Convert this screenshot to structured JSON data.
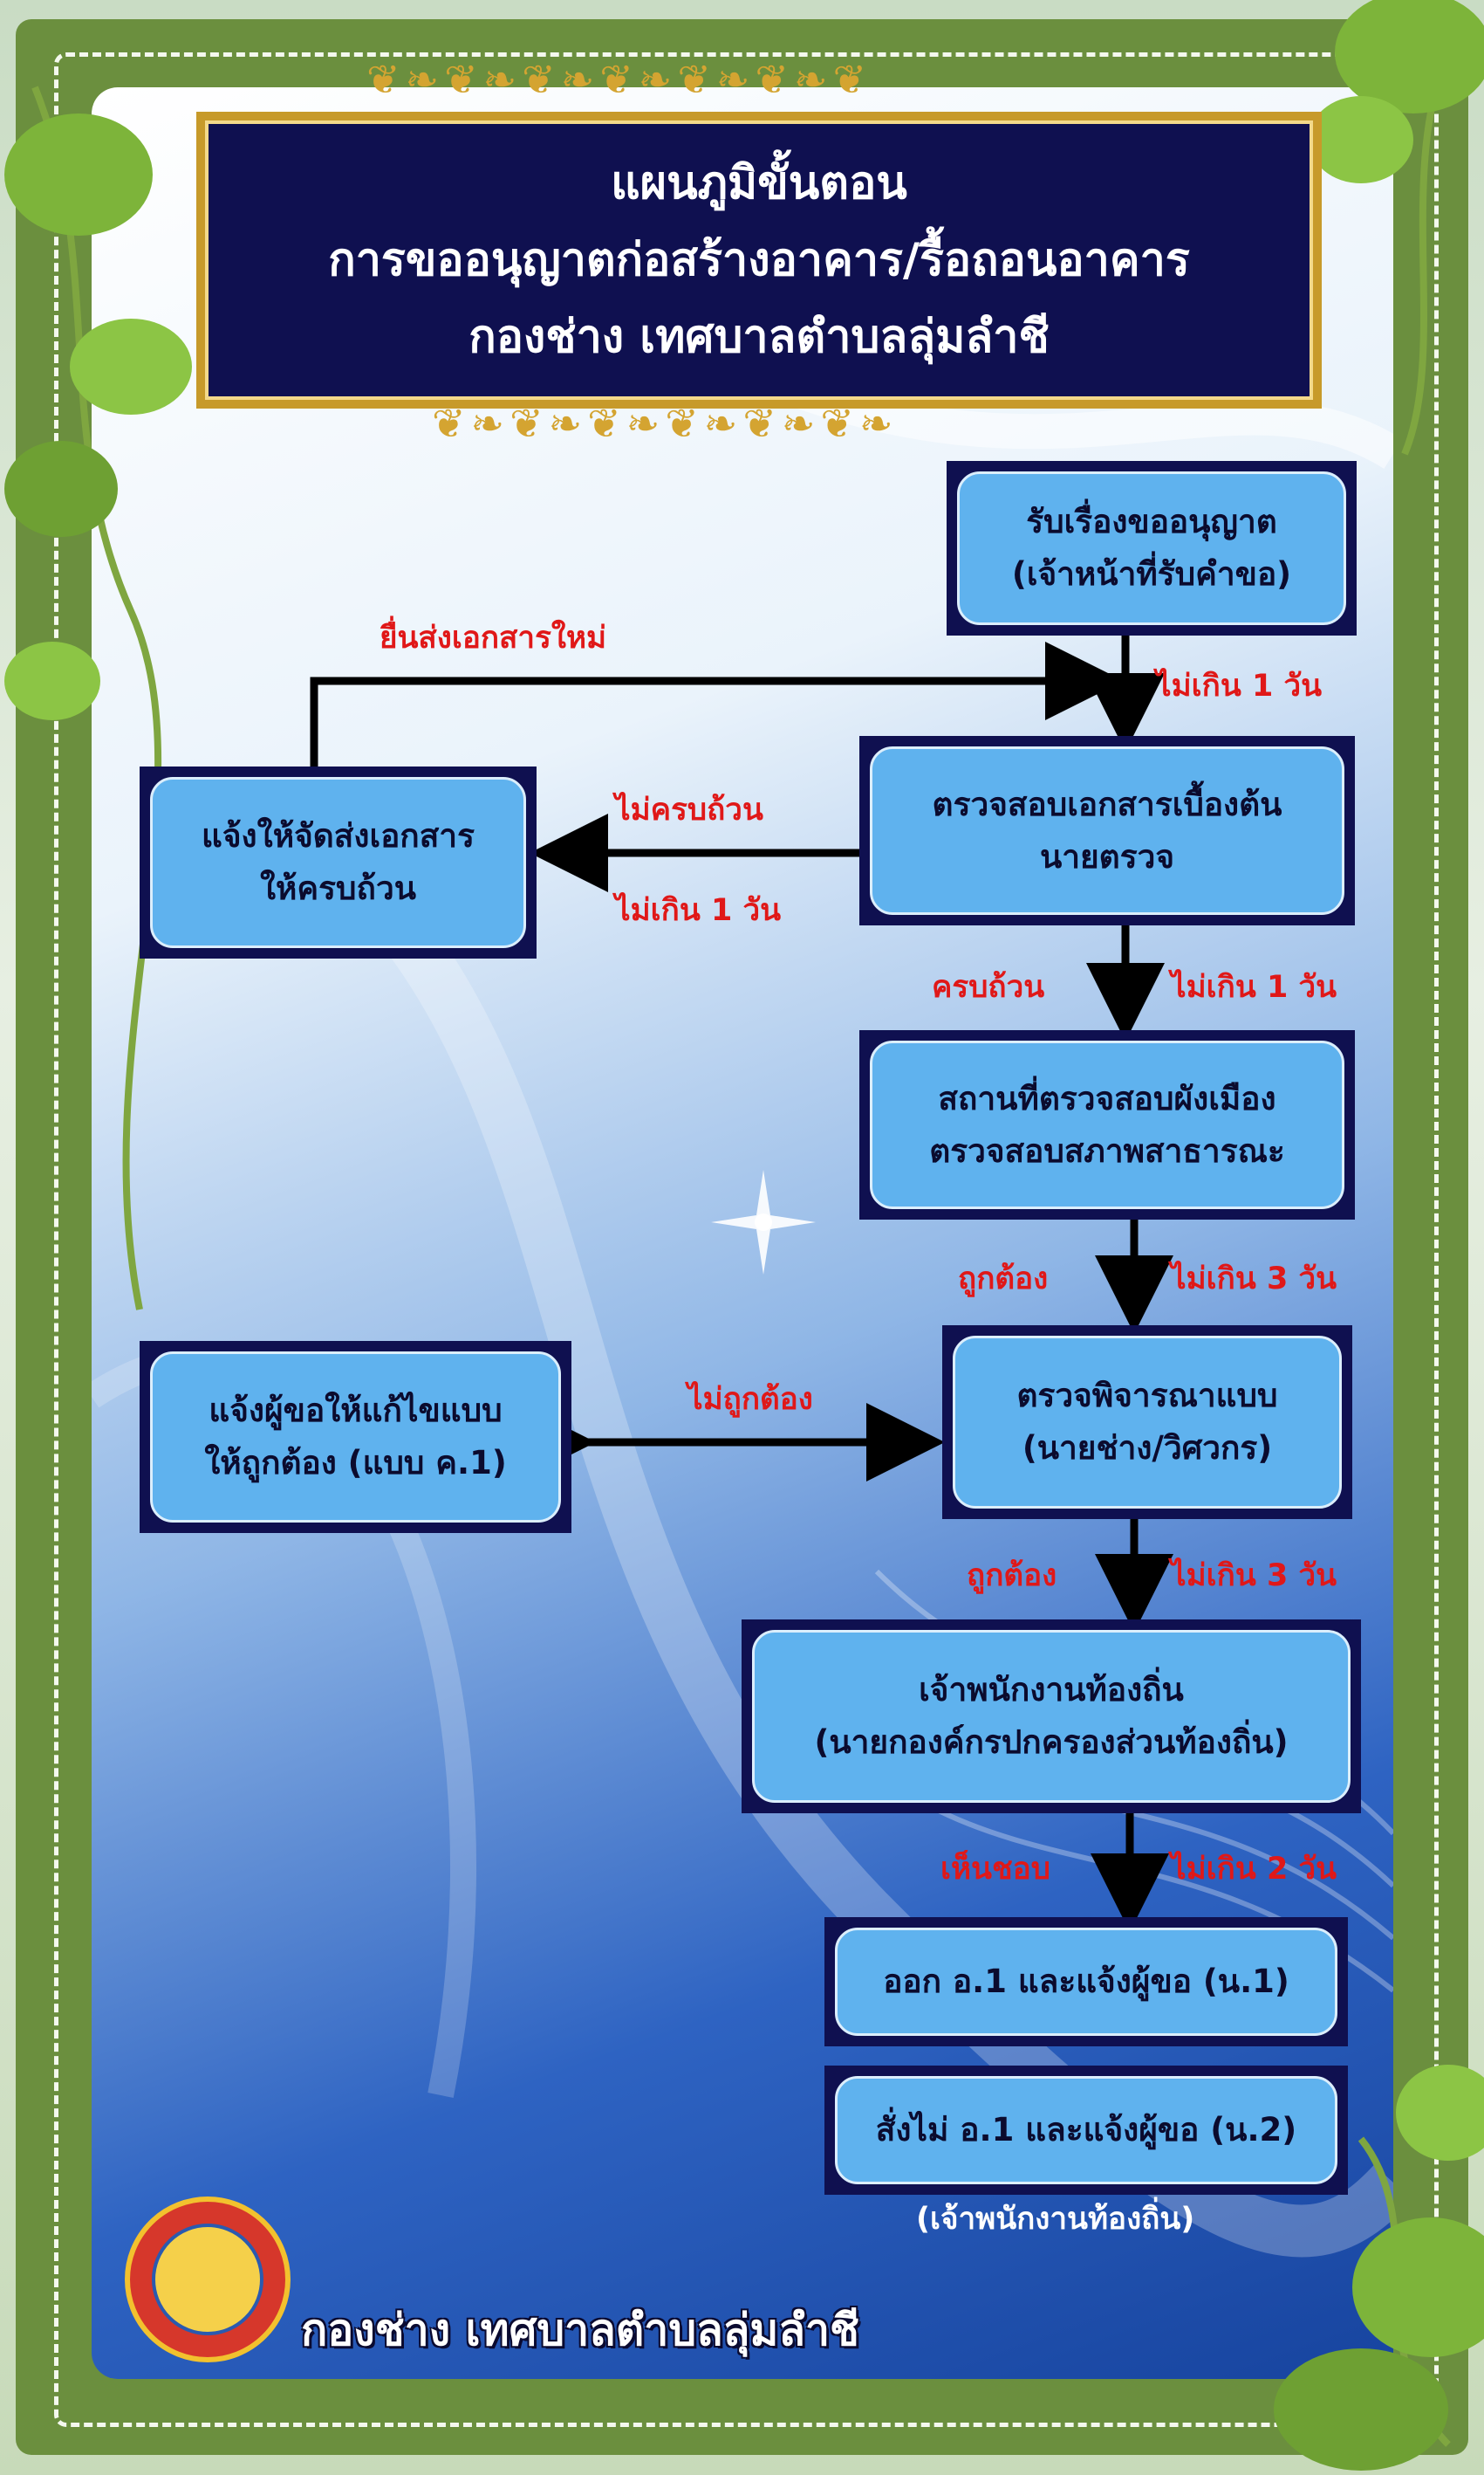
{
  "title": {
    "line1": "แผนภูมิขั้นตอน",
    "line2": "การขออนุญาตก่อสร้างอาคาร/รื้อถอนอาคาร",
    "line3": "กองช่าง เทศบาลตำบลลุ่มลำชี"
  },
  "nodes": {
    "receive": [
      "รับเรื่องขออนุญาต",
      "(เจ้าหน้าที่รับคำขอ)"
    ],
    "notify_docs": [
      "แจ้งให้จัดส่งเอกสาร",
      "ให้ครบถ้วน"
    ],
    "check_docs": [
      "ตรวจสอบเอกสารเบื้องต้น",
      "นายตรวจ"
    ],
    "site_check": [
      "สถานที่ตรวจสอบผังเมือง",
      "ตรวจสอบสภาพสาธารณะ"
    ],
    "notify_fix": [
      "แจ้งผู้ขอให้แก้ไขแบบ",
      "ให้ถูกต้อง (แบบ ค.1)"
    ],
    "review": [
      "ตรวจพิจารณาแบบ",
      "(นายช่าง/วิศวกร)"
    ],
    "officer": [
      "เจ้าพนักงานท้องถิ่น",
      "(นายกองค์กรปกครองส่วนท้องถิ่น)"
    ],
    "issue": [
      "ออก อ.1 และแจ้งผู้ขอ (น.1)"
    ],
    "deny": [
      "สั่งไม่ อ.1 และแจ้งผู้ขอ (น.2)"
    ]
  },
  "labels": {
    "resubmit": "ยื่นส่งเอกสารใหม่",
    "t1_a": "ไม่เกิน 1 วัน",
    "incomplete": "ไม่ครบถ้วน",
    "t1_b": "ไม่เกิน 1 วัน",
    "complete": "ครบถ้วน",
    "t1_c": "ไม่เกิน 1 วัน",
    "correct_a": "ถูกต้อง",
    "t3_a": "ไม่เกิน 3 วัน",
    "incorrect": "ไม่ถูกต้อง",
    "correct_b": "ถูกต้อง",
    "t3_b": "ไม่เกิน 3 วัน",
    "approve": "เห็นชอบ",
    "t2": "ไม่เกิน 2 วัน"
  },
  "note": "(เจ้าพนักงานท้องถิ่น)",
  "footer": "กองช่าง เทศบาลตำบลลุ่มลำชี",
  "colors": {
    "box_fill": "#5fb2ee",
    "box_frame": "#0f1050",
    "label_red": "#e01818",
    "frame_green": "#6b8f3e",
    "title_gold": "#c79a2a"
  }
}
